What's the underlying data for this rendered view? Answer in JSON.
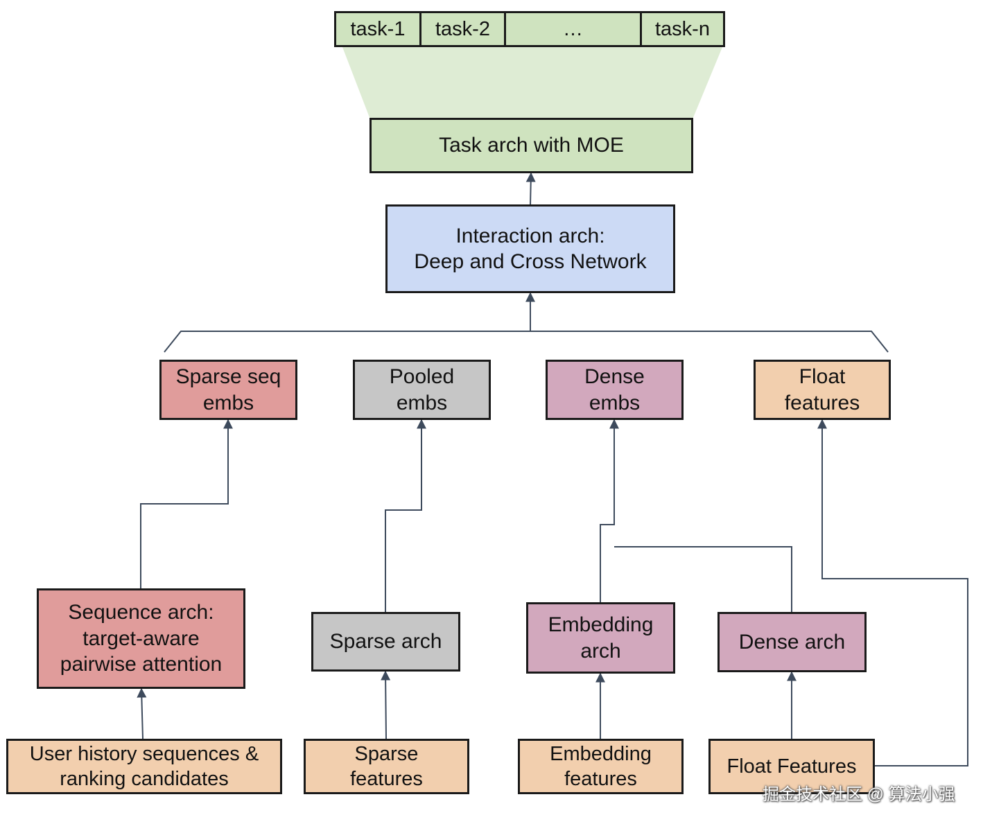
{
  "colors": {
    "green": "#cfe3bf",
    "blue": "#ccdaf5",
    "red": "#e09c9b",
    "gray": "#c6c6c6",
    "purple": "#d2a8bd",
    "peach": "#f2cfae",
    "line": "#3d4a5c"
  },
  "tasks": [
    "task-1",
    "task-2",
    "…",
    "task-n"
  ],
  "task_arch": "Task arch with MOE",
  "interaction_arch": {
    "line1": "Interaction arch:",
    "line2": "Deep and Cross Network"
  },
  "outputs": {
    "sparse_seq": {
      "line1": "Sparse seq",
      "line2": "embs"
    },
    "pooled": {
      "line1": "Pooled",
      "line2": "embs"
    },
    "dense": {
      "line1": "Dense",
      "line2": "embs"
    },
    "float": {
      "line1": "Float",
      "line2": "features"
    }
  },
  "archs": {
    "sequence": {
      "line1": "Sequence arch:",
      "line2": "target-aware",
      "line3": "pairwise attention"
    },
    "sparse": "Sparse arch",
    "embedding": {
      "line1": "Embedding",
      "line2": "arch"
    },
    "dense": "Dense arch"
  },
  "inputs": {
    "user_history": {
      "line1": "User history sequences &",
      "line2": "ranking candidates"
    },
    "sparse": {
      "line1": "Sparse",
      "line2": "features"
    },
    "embedding": {
      "line1": "Embedding",
      "line2": "features"
    },
    "float": "Float Features"
  },
  "watermark": "掘金技术社区 @ 算法小强"
}
